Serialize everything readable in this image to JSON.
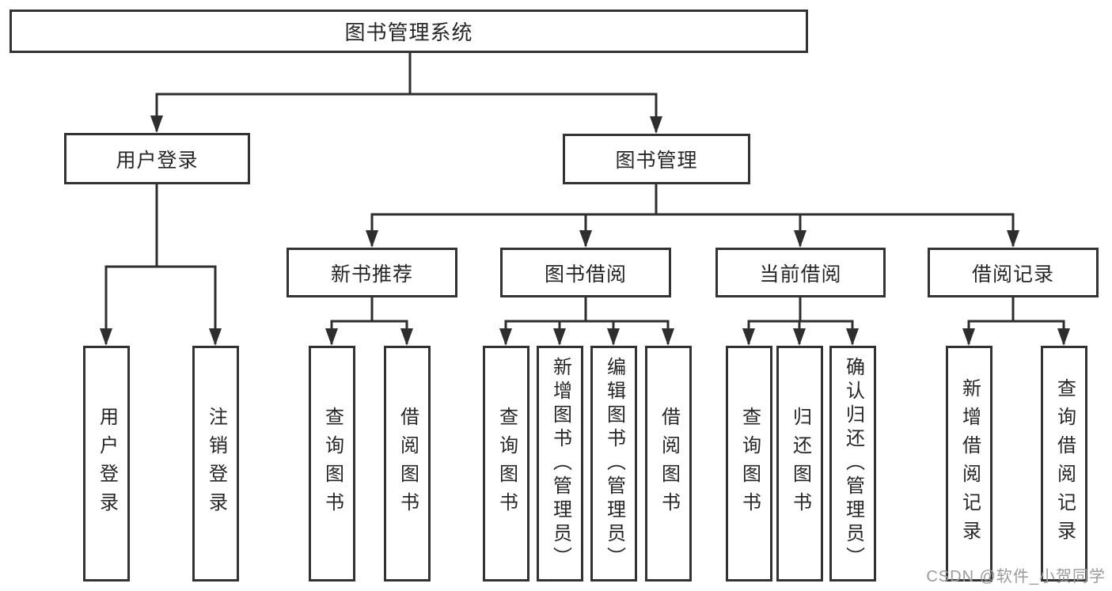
{
  "diagram": {
    "root": {
      "label": "图书管理系统"
    },
    "user_branch": {
      "label": "用户登录",
      "children": [
        "用户登录",
        "注销登录"
      ]
    },
    "book_branch": {
      "label": "图书管理",
      "groups": [
        {
          "label": "新书推荐",
          "children": [
            "查询图书",
            "借阅图书"
          ]
        },
        {
          "label": "图书借阅",
          "children": [
            "查询图书",
            "新增图书（管理员）",
            "编辑图书（管理员）",
            "借阅图书"
          ]
        },
        {
          "label": "当前借阅",
          "children": [
            "查询图书",
            "归还图书",
            "确认归还（管理员）"
          ]
        },
        {
          "label": "借阅记录",
          "children": [
            "新增借阅记录",
            "查询借阅记录"
          ]
        }
      ]
    }
  },
  "watermark": {
    "text": "CSDN @软件_小贺同学"
  },
  "colors": {
    "line": "#2e2e2e",
    "border": "#333333",
    "text": "#262626",
    "watermark": "#9b9b9b",
    "background": "#ffffff"
  }
}
